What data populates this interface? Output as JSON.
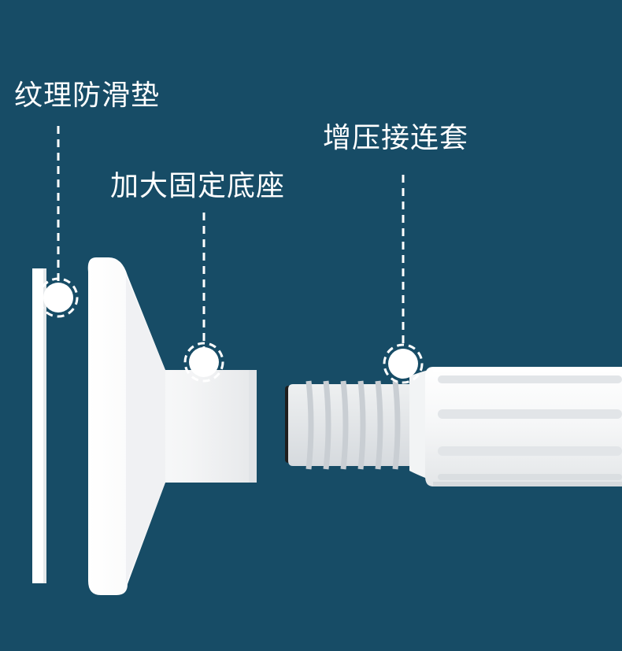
{
  "labels": {
    "pad": "纹理防滑垫",
    "base": "加大固定底座",
    "sleeve": "增压接连套"
  },
  "colors": {
    "background": "#174C66",
    "part": "#FFFFFF",
    "part_shade": "#E4E7EA",
    "thread": "#D2D6DA",
    "bore": "#1A1A1A"
  }
}
